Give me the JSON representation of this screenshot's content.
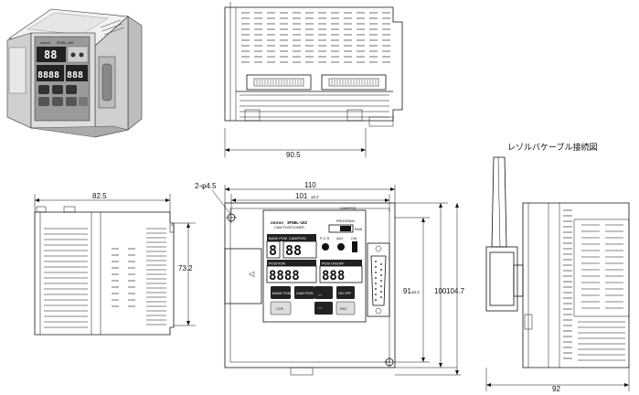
{
  "dimensions": {
    "top_width": "90.5",
    "side_depth": "82.5",
    "side_height": "73.2",
    "front_width": "110",
    "front_inner_width": "101",
    "front_inner_tol": "±0.2",
    "holes": "2-φ4.5",
    "height_91": "91",
    "height_91_tol": "±0.2",
    "height_100": "100",
    "height_104_7": "104.7",
    "cable_depth": "92"
  },
  "cable_view_title": "レゾルバケーブル接続図",
  "front_panel": {
    "brand": "omron",
    "model": "3F88L-162",
    "subtitle": "CAM POSITIONER",
    "label_bank_pgm": "BANK PGM",
    "label_cam_posi": "CAM/POSI",
    "label_position": "POSITION",
    "label_posi_on_off": "POSI ON/OFF",
    "disp_bank": "8",
    "disp_cam": "88",
    "disp_position": "8888",
    "disp_onoff": "888",
    "switch_labels": [
      "PROGRAM",
      "RUN"
    ],
    "led_labels": [
      "P-C.R",
      "ADJ",
      "CW"
    ],
    "btn_bank_pgm": "BANK PGM",
    "btn_cam_posi": "CAM POSI",
    "btn_on_off": "ON OFF",
    "btn_clr": "CLR",
    "btn_ent": "ENT",
    "btn_up": "︿",
    "btn_down": "﹀",
    "top_label": "CAM/POS"
  },
  "photo_panel": {
    "brand": "omron",
    "model": "3F88L-162",
    "disp_cam": "88",
    "disp_position": "8888",
    "disp_onoff": "888"
  }
}
